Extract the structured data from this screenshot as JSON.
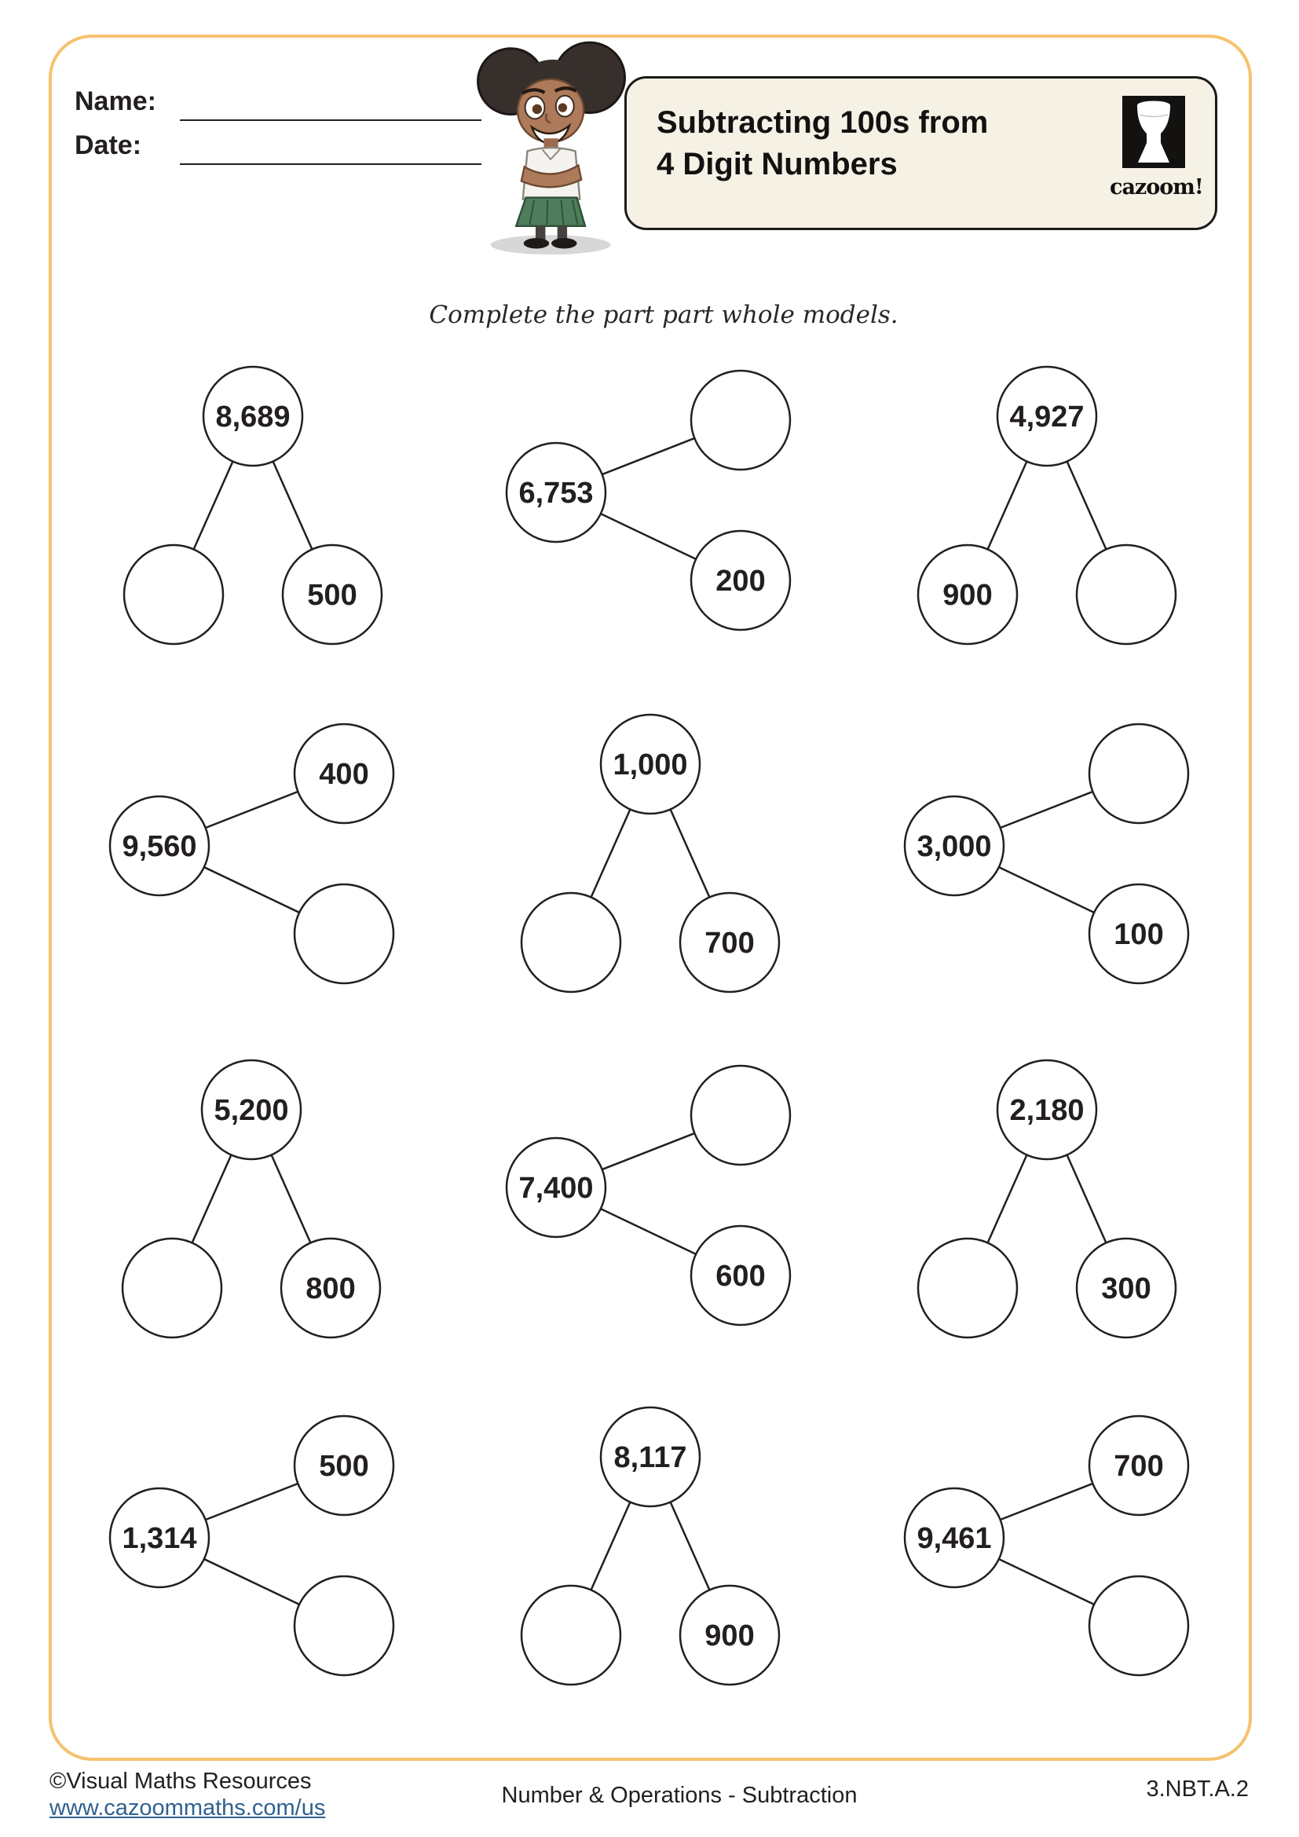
{
  "page": {
    "background": "#ffffff",
    "border_color": "#f5c26e",
    "ink_color": "#231f20",
    "link_color": "#31618f",
    "title_box_bg": "#f6f1e5",
    "skirt_green": "#4e7d5b"
  },
  "header": {
    "name_label": "Name:",
    "date_label": "Date:",
    "title_line1": "Subtracting 100s from",
    "title_line2": "4 Digit Numbers",
    "logo_text": "cazoom!"
  },
  "instruction": "Complete the part part whole models.",
  "models": [
    {
      "layout": "whole-top",
      "whole": "8,689",
      "parts": [
        "",
        "500"
      ]
    },
    {
      "layout": "whole-left",
      "whole": "6,753",
      "parts": [
        "",
        "200"
      ]
    },
    {
      "layout": "whole-top",
      "whole": "4,927",
      "parts": [
        "900",
        ""
      ]
    },
    {
      "layout": "whole-left",
      "whole": "9,560",
      "parts": [
        "400",
        ""
      ]
    },
    {
      "layout": "whole-top",
      "whole": "1,000",
      "parts": [
        "",
        "700"
      ]
    },
    {
      "layout": "whole-left",
      "whole": "3,000",
      "parts": [
        "",
        "100"
      ]
    },
    {
      "layout": "whole-top",
      "whole": "5,200",
      "parts": [
        "",
        "800"
      ]
    },
    {
      "layout": "whole-left",
      "whole": "7,400",
      "parts": [
        "",
        "600"
      ]
    },
    {
      "layout": "whole-top",
      "whole": "2,180",
      "parts": [
        "",
        "300"
      ]
    },
    {
      "layout": "whole-left",
      "whole": "1,314",
      "parts": [
        "500",
        ""
      ]
    },
    {
      "layout": "whole-top",
      "whole": "8,117",
      "parts": [
        "",
        "900"
      ]
    },
    {
      "layout": "whole-left",
      "whole": "9,461",
      "parts": [
        "700",
        ""
      ]
    }
  ],
  "footer": {
    "copyright": "©Visual Maths Resources",
    "website": "www.cazoommaths.com/us",
    "category": "Number & Operations - Subtraction",
    "standard": "3.NBT.A.2"
  }
}
